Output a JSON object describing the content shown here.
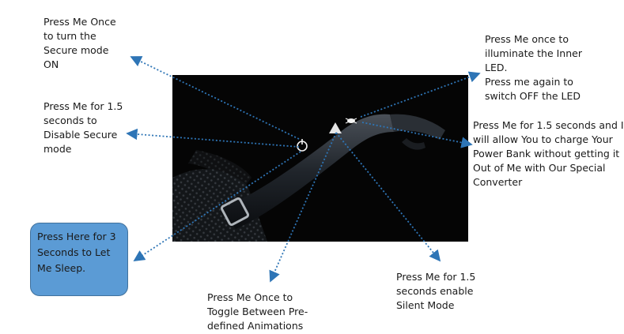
{
  "labels": {
    "secure_on": "Press Me Once\nto turn the\nSecure mode\nON",
    "disable_secure": "Press Me for 1.5\nseconds to\nDisable Secure\nmode",
    "sleep": "Press Here for 3\nSeconds to Let\nMe Sleep.",
    "inner_led": "Press Me once to\nilluminate the Inner\nLED.\nPress me again to\nswitch OFF the LED",
    "power_bank": "Press Me for 1.5 seconds and I\nwill allow You to charge Your\nPower Bank without getting it\nOut of Me with Our Special\nConverter",
    "animations": "Press Me Once to\nToggle Between Pre-\ndefined Animations",
    "silent": "Press Me for 1.5\nseconds enable\nSilent Mode"
  },
  "colors": {
    "arrow": "#2e75b6",
    "callout_fill": "#5b9bd5",
    "photo_bg": "#050505"
  }
}
